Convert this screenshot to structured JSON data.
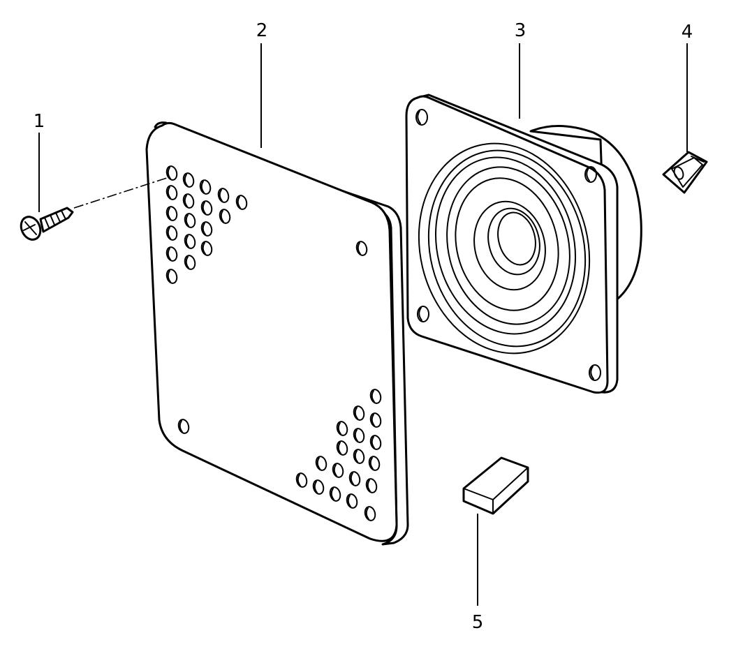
{
  "callouts": [
    {
      "id": "1",
      "label": "1"
    },
    {
      "id": "2",
      "label": "2"
    },
    {
      "id": "3",
      "label": "3"
    },
    {
      "id": "4",
      "label": "4"
    },
    {
      "id": "5",
      "label": "5"
    }
  ],
  "colors": {
    "ink": "#000000",
    "background": "#ffffff"
  },
  "parts": [
    {
      "callout": "1",
      "icon": "screw-icon"
    },
    {
      "callout": "2",
      "icon": "speaker-grille-icon"
    },
    {
      "callout": "3",
      "icon": "loudspeaker-icon"
    },
    {
      "callout": "4",
      "icon": "clip-nut-icon"
    },
    {
      "callout": "5",
      "icon": "foam-pad-icon"
    }
  ]
}
